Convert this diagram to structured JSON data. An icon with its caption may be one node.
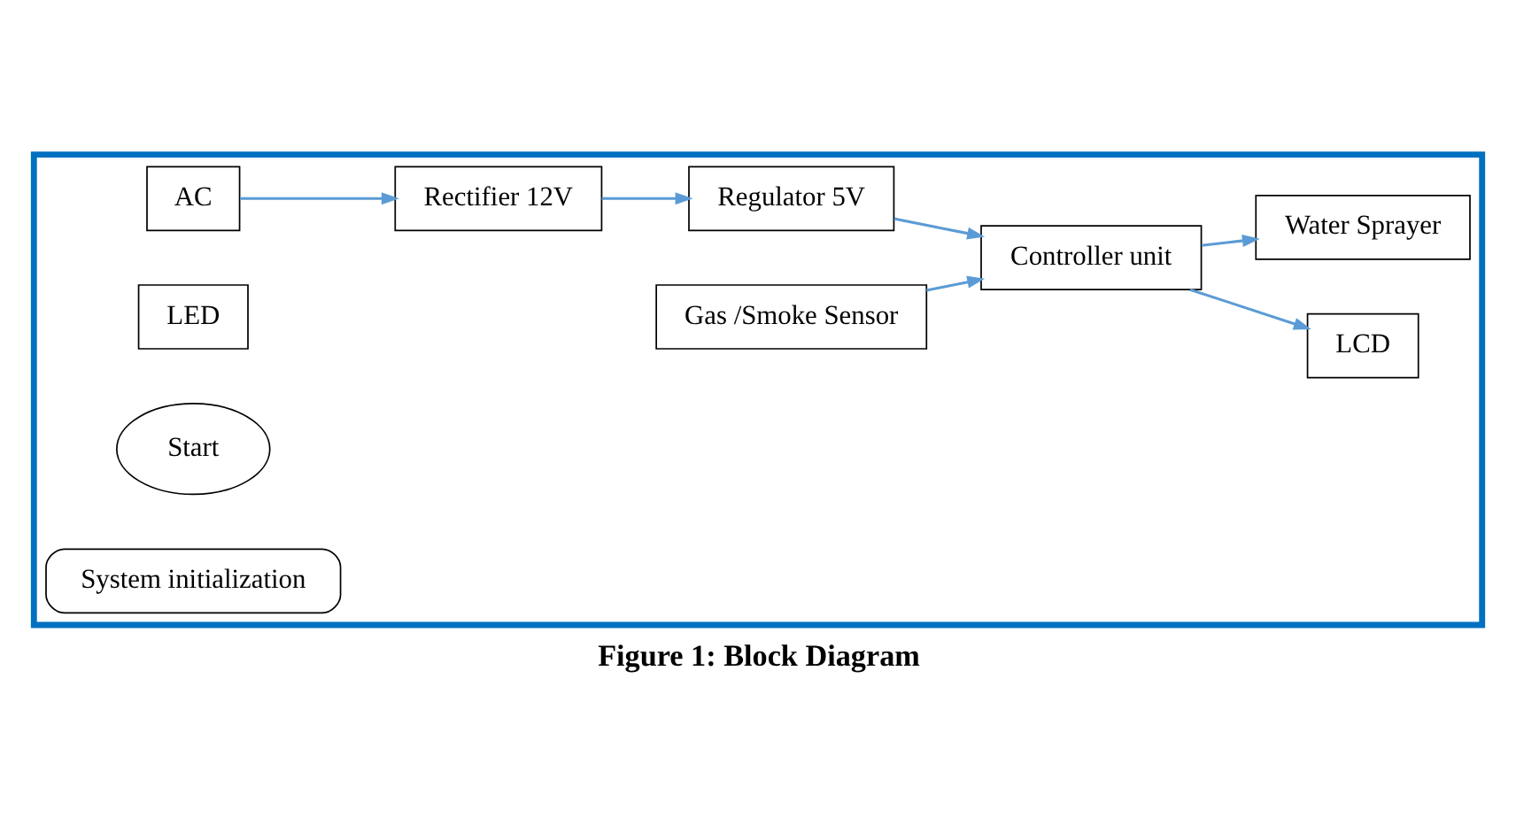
{
  "diagram": {
    "caption": "Figure 1: Block Diagram",
    "nodes": [
      {
        "text": [],
        "shape": "box"
      },
      {
        "text": [
          "AC"
        ],
        "in": 0
      },
      {
        "text": [
          "Rectifier 12V"
        ],
        "in": 0
      },
      {
        "text": [
          "Regulator 5V"
        ],
        "in": 0
      },
      {
        "text": [
          "Controller unit"
        ],
        "in": 0
      },
      {
        "text": [
          "LCD"
        ],
        "in": 0
      },
      {
        "text": [
          "Gas /Smoke Sensor"
        ],
        "in": 0
      },
      {
        "text": [
          "LED"
        ],
        "in": 0
      },
      {
        "text": [
          "Water Sprayer"
        ],
        "in": 0
      },
      {
        "text": [
          "Start"
        ],
        "in": 0
      },
      {
        "text": [
          "System initialization"
        ],
        "in": 0
      }
    ],
    "edges": [
      {
        "from": 1,
        "to": 2,
        "arrow": "to"
      },
      {
        "from": 2,
        "to": 3,
        "arrow": "to"
      },
      {
        "from": 3,
        "to": 4,
        "arrow": "to"
      },
      {
        "from": 4,
        "to": 5,
        "arrow": "to"
      },
      {
        "from": 6,
        "to": 4,
        "arrow": "to"
      },
      {
        "from": 4,
        "to": 8,
        "arrow": "to"
      }
    ]
  }
}
